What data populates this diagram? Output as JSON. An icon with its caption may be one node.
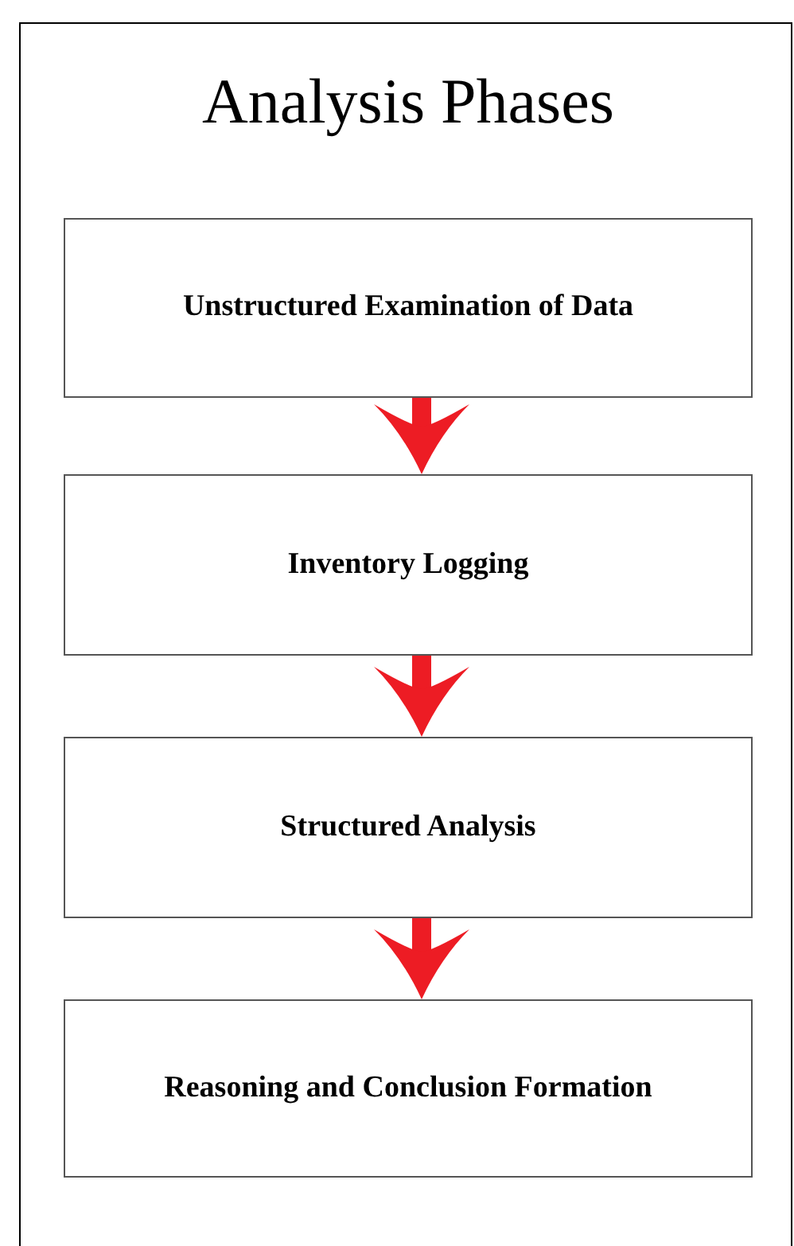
{
  "diagram": {
    "title": "Analysis Phases",
    "nodes": [
      {
        "text": [
          "Unstructured Examination of Data"
        ]
      },
      {
        "text": [
          "Inventory Logging"
        ]
      },
      {
        "text": [
          "Structured Analysis"
        ]
      },
      {
        "text": [
          "Reasoning and Conclusion Formation"
        ]
      }
    ],
    "edges": [
      {
        "from": 0,
        "to": 1,
        "arrow": "to"
      },
      {
        "from": 1,
        "to": 2,
        "arrow": "to"
      },
      {
        "from": 2,
        "to": 3,
        "arrow": "to"
      }
    ]
  }
}
